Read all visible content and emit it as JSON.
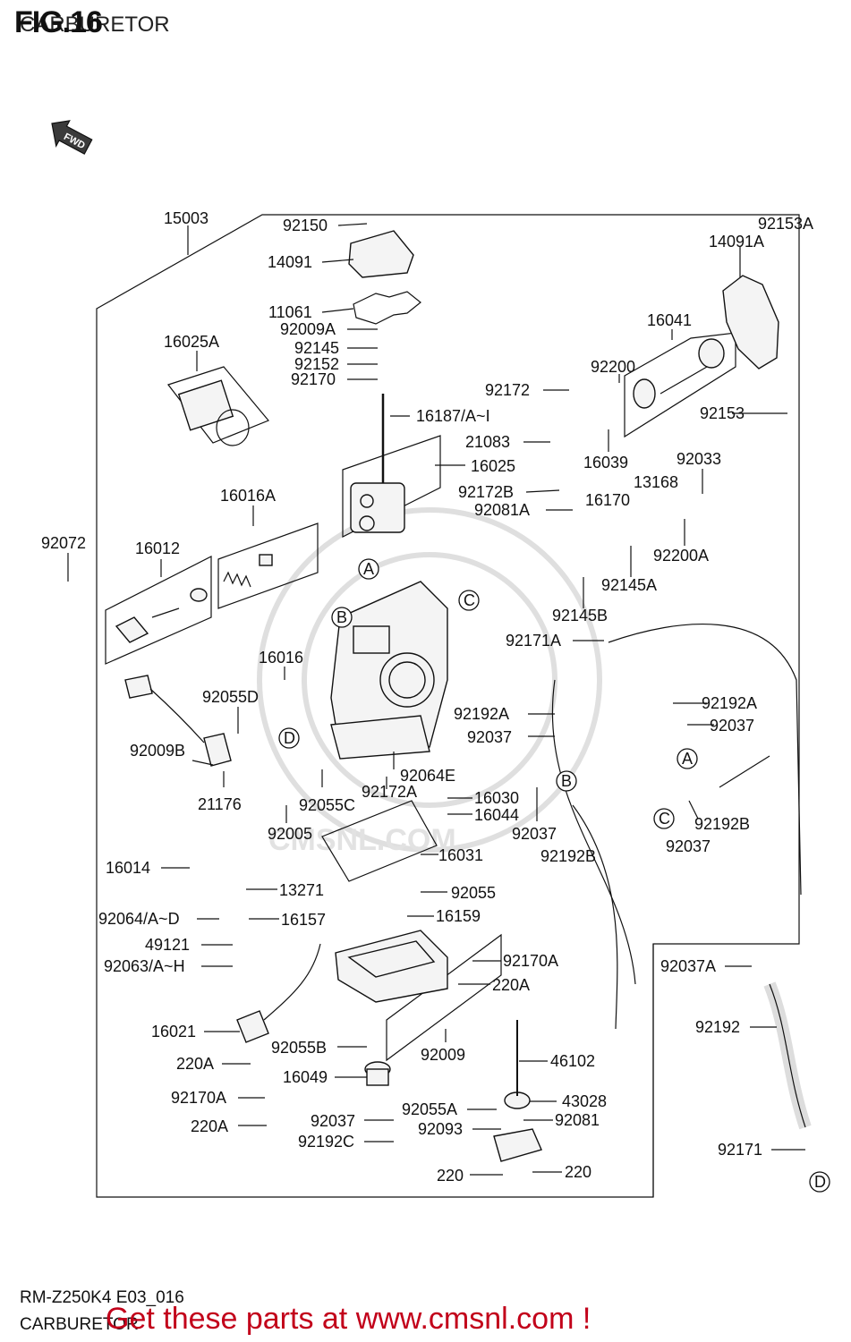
{
  "header": {
    "fig_number": "FIG.16",
    "fig_title": "CARBURETOR"
  },
  "arrow_label": "FWD",
  "footer": {
    "model_code": "RM-Z250K4 E03_016",
    "title": "CARBURETOR"
  },
  "promo": "Get these parts at www.cmsnl.com !",
  "watermark": "CMSNL.COM",
  "colors": {
    "promo": "#c2001a",
    "ink": "#111111"
  },
  "callouts": [
    {
      "id": "15003",
      "label": "15003"
    },
    {
      "id": "92150",
      "label": "92150"
    },
    {
      "id": "14091",
      "label": "14091"
    },
    {
      "id": "11061",
      "label": "11061"
    },
    {
      "id": "92009A",
      "label": "92009A"
    },
    {
      "id": "92145",
      "label": "92145"
    },
    {
      "id": "92152",
      "label": "92152"
    },
    {
      "id": "92170",
      "label": "92170"
    },
    {
      "id": "16187",
      "label": "16187/A~I"
    },
    {
      "id": "16025A",
      "label": "16025A"
    },
    {
      "id": "16025",
      "label": "16025"
    },
    {
      "id": "92153A",
      "label": "92153A"
    },
    {
      "id": "14091A",
      "label": "14091A"
    },
    {
      "id": "16041",
      "label": "16041"
    },
    {
      "id": "92200",
      "label": "92200"
    },
    {
      "id": "92172",
      "label": "92172"
    },
    {
      "id": "92153",
      "label": "92153"
    },
    {
      "id": "21083",
      "label": "21083"
    },
    {
      "id": "16039",
      "label": "16039"
    },
    {
      "id": "92033",
      "label": "92033"
    },
    {
      "id": "13168",
      "label": "13168"
    },
    {
      "id": "92172B",
      "label": "92172B"
    },
    {
      "id": "16170",
      "label": "16170"
    },
    {
      "id": "92081A",
      "label": "92081A"
    },
    {
      "id": "92200A",
      "label": "92200A"
    },
    {
      "id": "92145A",
      "label": "92145A"
    },
    {
      "id": "92145B",
      "label": "92145B"
    },
    {
      "id": "16016A",
      "label": "16016A"
    },
    {
      "id": "92072",
      "label": "92072"
    },
    {
      "id": "16012",
      "label": "16012"
    },
    {
      "id": "16016",
      "label": "16016"
    },
    {
      "id": "92055D",
      "label": "92055D"
    },
    {
      "id": "92009B",
      "label": "92009B"
    },
    {
      "id": "21176",
      "label": "21176"
    },
    {
      "id": "92171A",
      "label": "92171A"
    },
    {
      "id": "92192A",
      "label": "92192A"
    },
    {
      "id": "92192A_2",
      "label": "92192A"
    },
    {
      "id": "92037",
      "label": "92037"
    },
    {
      "id": "92037_2",
      "label": "92037"
    },
    {
      "id": "92064E",
      "label": "92064E"
    },
    {
      "id": "92172A",
      "label": "92172A"
    },
    {
      "id": "92055C",
      "label": "92055C"
    },
    {
      "id": "92005",
      "label": "92005"
    },
    {
      "id": "16030",
      "label": "16030"
    },
    {
      "id": "16044",
      "label": "16044"
    },
    {
      "id": "92037_3",
      "label": "92037"
    },
    {
      "id": "92192B",
      "label": "92192B"
    },
    {
      "id": "92037_4",
      "label": "92037"
    },
    {
      "id": "92192B_2",
      "label": "92192B"
    },
    {
      "id": "16031",
      "label": "16031"
    },
    {
      "id": "16014",
      "label": "16014"
    },
    {
      "id": "13271",
      "label": "13271"
    },
    {
      "id": "92055",
      "label": "92055"
    },
    {
      "id": "92064",
      "label": "92064/A~D"
    },
    {
      "id": "16157",
      "label": "16157"
    },
    {
      "id": "16159",
      "label": "16159"
    },
    {
      "id": "49121",
      "label": "49121"
    },
    {
      "id": "92063",
      "label": "92063/A~H"
    },
    {
      "id": "92170A",
      "label": "92170A"
    },
    {
      "id": "220A",
      "label": "220A"
    },
    {
      "id": "92037A",
      "label": "92037A"
    },
    {
      "id": "16021",
      "label": "16021"
    },
    {
      "id": "92055B",
      "label": "92055B"
    },
    {
      "id": "92009",
      "label": "92009"
    },
    {
      "id": "92192",
      "label": "92192"
    },
    {
      "id": "220A_2",
      "label": "220A"
    },
    {
      "id": "46102",
      "label": "46102"
    },
    {
      "id": "16049",
      "label": "16049"
    },
    {
      "id": "92170A_2",
      "label": "92170A"
    },
    {
      "id": "43028",
      "label": "43028"
    },
    {
      "id": "92055A",
      "label": "92055A"
    },
    {
      "id": "220A_3",
      "label": "220A"
    },
    {
      "id": "92037_5",
      "label": "92037"
    },
    {
      "id": "92081",
      "label": "92081"
    },
    {
      "id": "92093",
      "label": "92093"
    },
    {
      "id": "92192C",
      "label": "92192C"
    },
    {
      "id": "92171",
      "label": "92171"
    },
    {
      "id": "220",
      "label": "220"
    },
    {
      "id": "220_2",
      "label": "220"
    }
  ],
  "ref_marks": [
    {
      "id": "A1",
      "letter": "A"
    },
    {
      "id": "B1",
      "letter": "B"
    },
    {
      "id": "C1",
      "letter": "C"
    },
    {
      "id": "D1",
      "letter": "D"
    },
    {
      "id": "A2",
      "letter": "A"
    },
    {
      "id": "B2",
      "letter": "B"
    },
    {
      "id": "C2",
      "letter": "C"
    },
    {
      "id": "D2",
      "letter": "D"
    }
  ]
}
